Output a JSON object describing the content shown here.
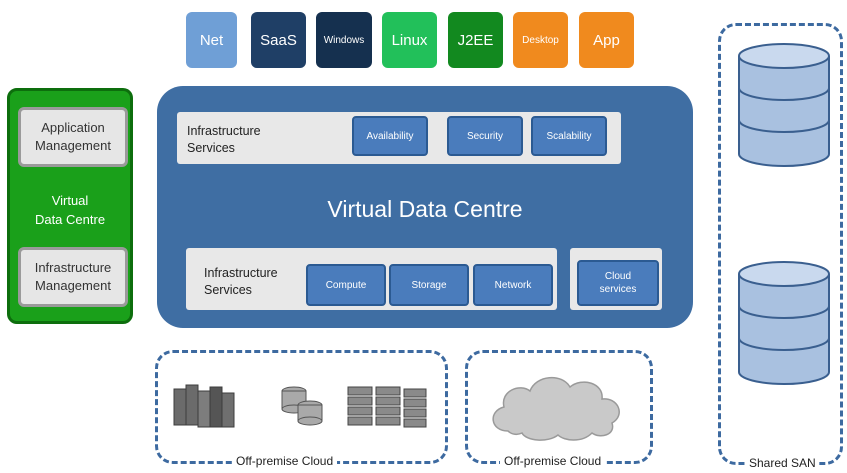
{
  "top_tiles": [
    {
      "label": "Net",
      "color": "#6f9fd6"
    },
    {
      "label": "SaaS",
      "color": "#1f3f66"
    },
    {
      "label": "Windows",
      "color": "#15304f"
    },
    {
      "label": "Linux",
      "color": "#22c05a"
    },
    {
      "label": "J2EE",
      "color": "#12891f"
    },
    {
      "label": "Desktop",
      "color": "#f08a1e"
    },
    {
      "label": "App",
      "color": "#f08a1e"
    }
  ],
  "management": {
    "app_management": "Application Management",
    "center_line1": "Virtual",
    "center_line2": "Data Centre",
    "infra_management": "Infrastructure Management"
  },
  "vdc": {
    "title": "Virtual Data Centre",
    "top_services_label_1": "Infrastructure",
    "top_services_label_2": "Services",
    "top_services": [
      "Availability",
      "Security",
      "Scalability"
    ],
    "bottom_services_label_1": "Infrastructure",
    "bottom_services_label_2": "Services",
    "bottom_services": [
      "Compute",
      "Storage",
      "Network"
    ],
    "cloud_services_1": "Cloud",
    "cloud_services_2": "services"
  },
  "off_premise": {
    "label_left": "Off-premise Cloud",
    "label_right": "Off-premise Cloud"
  },
  "san": {
    "label": "Shared SAN"
  },
  "colors": {
    "vdc_blue": "#3f6ea3",
    "green_panel": "#1aa01a",
    "dash_blue": "#3d6aa0"
  }
}
